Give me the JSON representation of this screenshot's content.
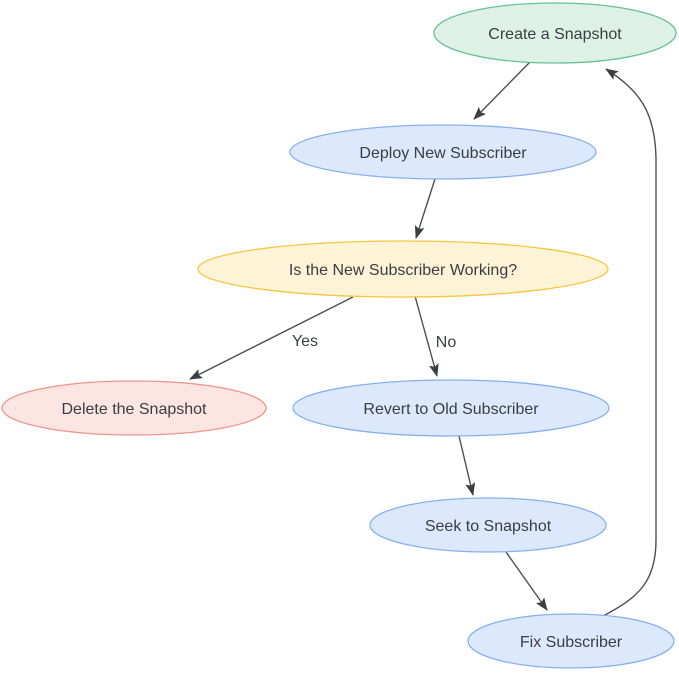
{
  "diagram": {
    "type": "flowchart",
    "background_color": "#ffffff",
    "text_color": "#3a3d41",
    "edge_color": "#4b4f54",
    "nodes": [
      {
        "id": "create-snapshot",
        "label": "Create a Snapshot",
        "fill": "#ddf1e7",
        "border": "#63c298"
      },
      {
        "id": "deploy-new-subscriber",
        "label": "Deploy New Subscriber",
        "fill": "#dce9fc",
        "border": "#87b0f0"
      },
      {
        "id": "is-working",
        "label": "Is the New Subscriber Working?",
        "fill": "#fdf3d7",
        "border": "#f8c53d"
      },
      {
        "id": "delete-snapshot",
        "label": "Delete the Snapshot",
        "fill": "#fce5e3",
        "border": "#f2938a"
      },
      {
        "id": "revert-old-subscriber",
        "label": "Revert to Old Subscriber",
        "fill": "#dce9fc",
        "border": "#87b0f0"
      },
      {
        "id": "seek-to-snapshot",
        "label": "Seek to Snapshot",
        "fill": "#dce9fc",
        "border": "#87b0f0"
      },
      {
        "id": "fix-subscriber",
        "label": "Fix Subscriber",
        "fill": "#dce9fc",
        "border": "#87b0f0"
      }
    ],
    "edges": [
      {
        "from": "create-snapshot",
        "to": "deploy-new-subscriber",
        "label": ""
      },
      {
        "from": "deploy-new-subscriber",
        "to": "is-working",
        "label": ""
      },
      {
        "from": "is-working",
        "to": "delete-snapshot",
        "label": "Yes"
      },
      {
        "from": "is-working",
        "to": "revert-old-subscriber",
        "label": "No"
      },
      {
        "from": "revert-old-subscriber",
        "to": "seek-to-snapshot",
        "label": ""
      },
      {
        "from": "seek-to-snapshot",
        "to": "fix-subscriber",
        "label": ""
      },
      {
        "from": "fix-subscriber",
        "to": "create-snapshot",
        "label": ""
      }
    ]
  }
}
